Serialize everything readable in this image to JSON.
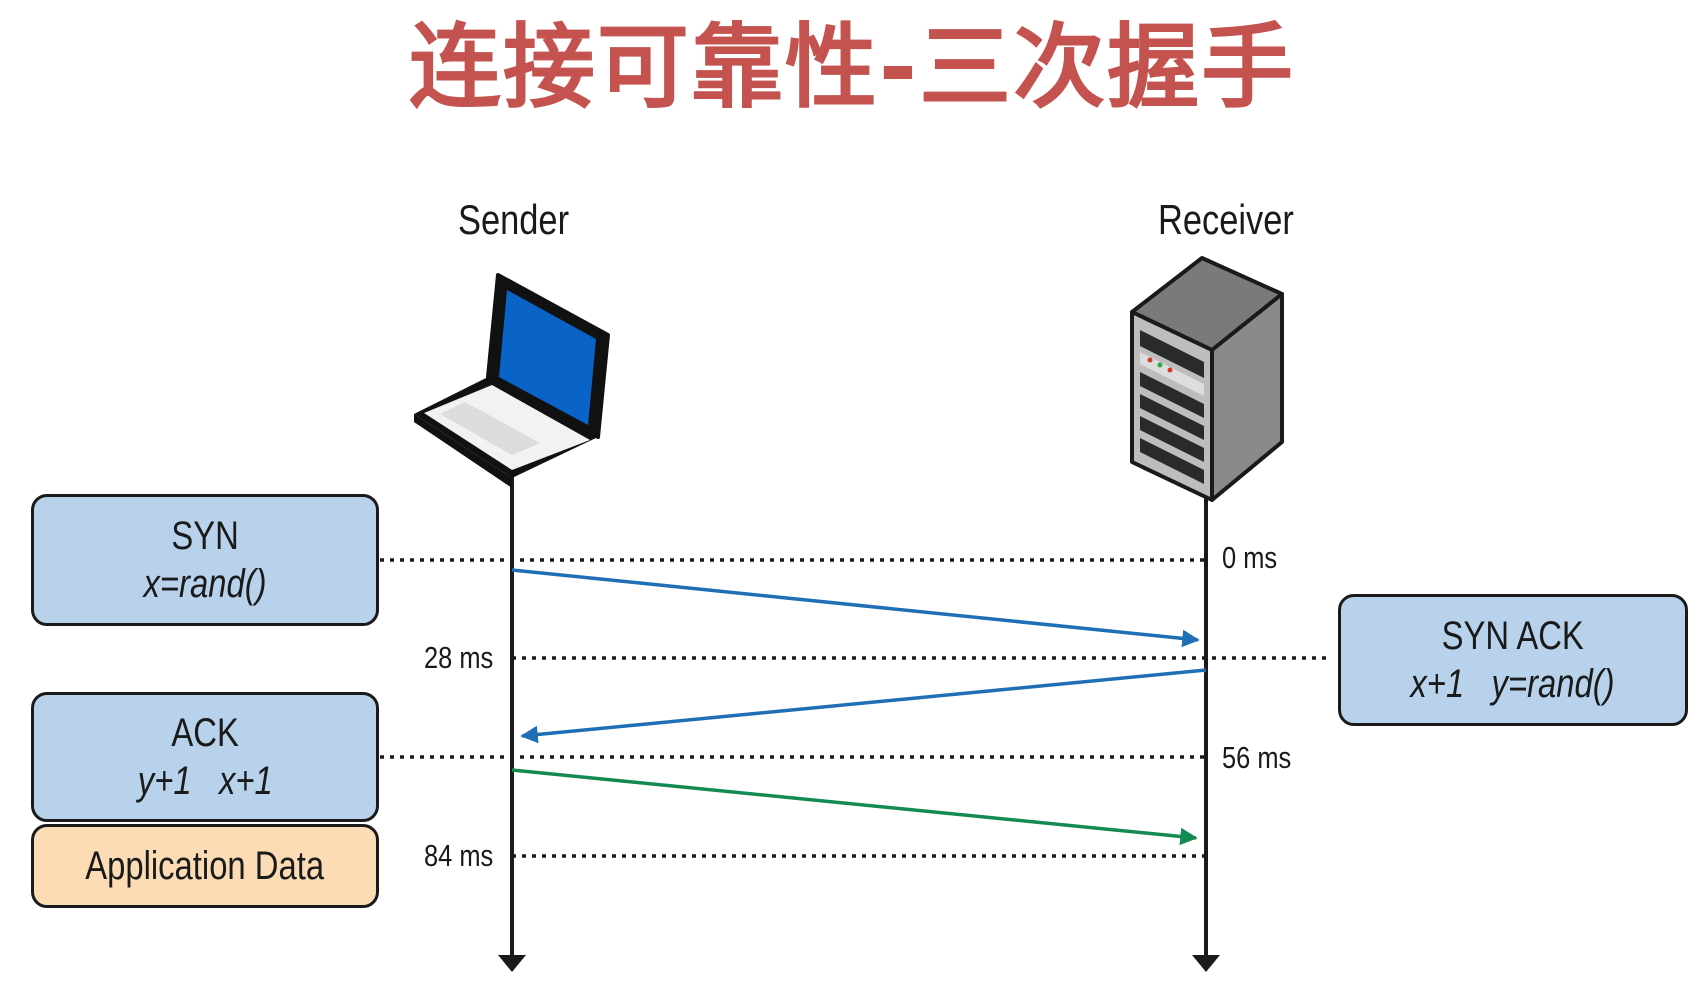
{
  "title": "连接可靠性-三次握手",
  "sender": {
    "label": "Sender",
    "icon": "laptop-icon"
  },
  "receiver": {
    "label": "Receiver",
    "icon": "server-icon"
  },
  "boxes": {
    "syn": {
      "line1": "SYN",
      "line2": "x=rand()"
    },
    "syn_ack": {
      "line1": "SYN ACK",
      "line2": "x+1   y=rand()"
    },
    "ack": {
      "line1": "ACK",
      "line2": "y+1   x+1"
    },
    "app_data": {
      "line1": "Application Data"
    }
  },
  "timings": {
    "t0": "0 ms",
    "t28": "28 ms",
    "t56": "56 ms",
    "t84": "84 ms"
  },
  "colors": {
    "title": "#c4524e",
    "syn_arrow": "#1f6fb5",
    "synack_arrow": "#1f6fb5",
    "ack_arrow": "#138a4f",
    "box_blue": "#b8d2ec",
    "box_orange": "#fbdcb5"
  }
}
